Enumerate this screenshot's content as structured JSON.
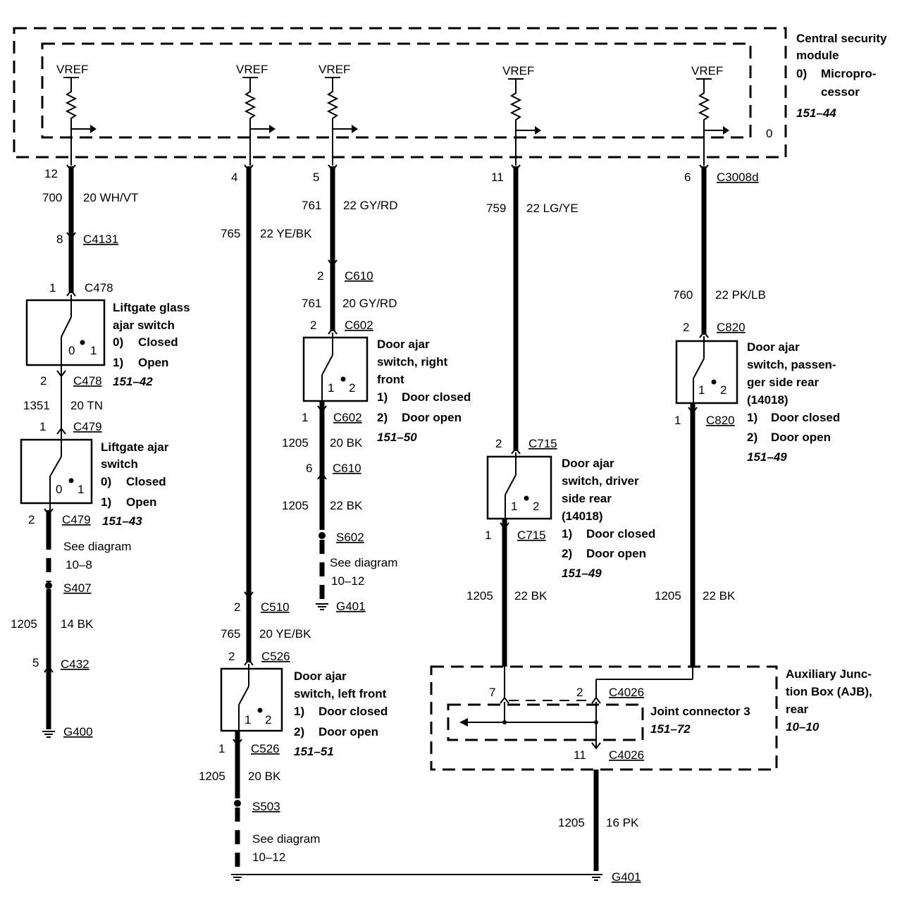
{
  "module": {
    "title_line1": "Central security",
    "title_line2": "module",
    "part_idx": "0)",
    "part_line1": "Micropro-",
    "part_line2": "cessor",
    "page_ref": "151–44",
    "box_index": "0",
    "vref": "VREF",
    "connector": "C3008d"
  },
  "ch1": {
    "pin_top": "12",
    "circuit_top": "700",
    "wire_top": "20 WH/VT",
    "c4131_pin": "8",
    "c4131": "C4131",
    "c478_in_pin": "1",
    "c478": "C478",
    "sw_name_1": "Liftgate glass",
    "sw_name_2": "ajar switch",
    "st0_idx": "0)",
    "st0": "Closed",
    "st1_idx": "1)",
    "st1": "Open",
    "sw_ref": "151–42",
    "sw_pos0": "0",
    "sw_pos1": "1",
    "c478_out_pin": "2",
    "circuit_mid": "1351",
    "wire_mid": "20 TN",
    "c479_in_pin": "1",
    "c479": "C479",
    "sw2_name_1": "Liftgate ajar",
    "sw2_name_2": "switch",
    "sw2_ref": "151–43",
    "c479_out_pin": "2",
    "see1": "See diagram",
    "see2": "10–8",
    "splice": "S407",
    "circuit_low": "1205",
    "wire_low": "14 BK",
    "c432_pin": "5",
    "c432": "C432",
    "ground": "G400"
  },
  "ch2": {
    "pin_top": "4",
    "circuit_top": "765",
    "wire_top": "22 YE/BK",
    "c510_pin": "2",
    "c510": "C510",
    "circuit_mid": "765",
    "wire_mid": "20 YE/BK",
    "c526_in_pin": "2",
    "c526": "C526",
    "sw_name_1": "Door ajar",
    "sw_name_2": "switch, left front",
    "st1_idx": "1)",
    "st1": "Door closed",
    "st2_idx": "2)",
    "st2": "Door open",
    "sw_ref": "151–51",
    "sw_pos1": "1",
    "sw_pos2": "2",
    "c526_out_pin": "1",
    "circuit_low": "1205",
    "wire_low": "20 BK",
    "splice": "S503",
    "see1": "See diagram",
    "see2": "10–12"
  },
  "ch3": {
    "pin_top": "5",
    "circuit_top": "761",
    "wire_top": "22 GY/RD",
    "c610_pin": "2",
    "c610": "C610",
    "circuit_mid": "761",
    "wire_mid": "20 GY/RD",
    "c602_in_pin": "2",
    "c602": "C602",
    "sw_name_1": "Door ajar",
    "sw_name_2": "switch, right",
    "sw_name_3": "front",
    "st1_idx": "1)",
    "st1": "Door closed",
    "st2_idx": "2)",
    "st2": "Door open",
    "sw_ref": "151–50",
    "sw_pos1": "1",
    "sw_pos2": "2",
    "c602_out_pin": "1",
    "circuit_a": "1205",
    "wire_a": "20 BK",
    "c610b_pin": "6",
    "c610b": "C610",
    "circuit_b": "1205",
    "wire_b": "22 BK",
    "splice": "S602",
    "see1": "See diagram",
    "see2": "10–12",
    "ground": "G401"
  },
  "ch4": {
    "pin_top": "11",
    "circuit_top": "759",
    "wire_top": "22 LG/YE",
    "c715_in_pin": "2",
    "c715": "C715",
    "sw_name_1": "Door ajar",
    "sw_name_2": "switch, driver",
    "sw_name_3": "side rear",
    "sw_name_4": "(14018)",
    "st1_idx": "1)",
    "st1": "Door closed",
    "st2_idx": "2)",
    "st2": "Door open",
    "sw_ref": "151–49",
    "sw_pos1": "1",
    "sw_pos2": "2",
    "c715_out_pin": "1",
    "circuit_low": "1205",
    "wire_low": "22 BK"
  },
  "ch5": {
    "pin_top": "6",
    "circuit_top": "760",
    "wire_top": "22 PK/LB",
    "c820_in_pin": "2",
    "c820": "C820",
    "sw_name_1": "Door ajar",
    "sw_name_2": "switch, passen-",
    "sw_name_3": "ger side rear",
    "sw_name_4": "(14018)",
    "st1_idx": "1)",
    "st1": "Door closed",
    "st2_idx": "2)",
    "st2": "Door open",
    "sw_ref": "151–49",
    "sw_pos1": "1",
    "sw_pos2": "2",
    "c820_out_pin": "1",
    "circuit_low": "1205",
    "wire_low": "22 BK"
  },
  "ajb": {
    "title_1": "Auxiliary Junc-",
    "title_2": "tion Box (AJB),",
    "title_3": "rear",
    "ref": "10–10",
    "pin_7": "7",
    "pin_2": "2",
    "c4026": "C4026",
    "joint_name": "Joint connector 3",
    "joint_ref": "151–72",
    "pin_11": "11",
    "c4026_out": "C4026",
    "circuit_out": "1205",
    "wire_out": "16 PK",
    "ground": "G401"
  }
}
